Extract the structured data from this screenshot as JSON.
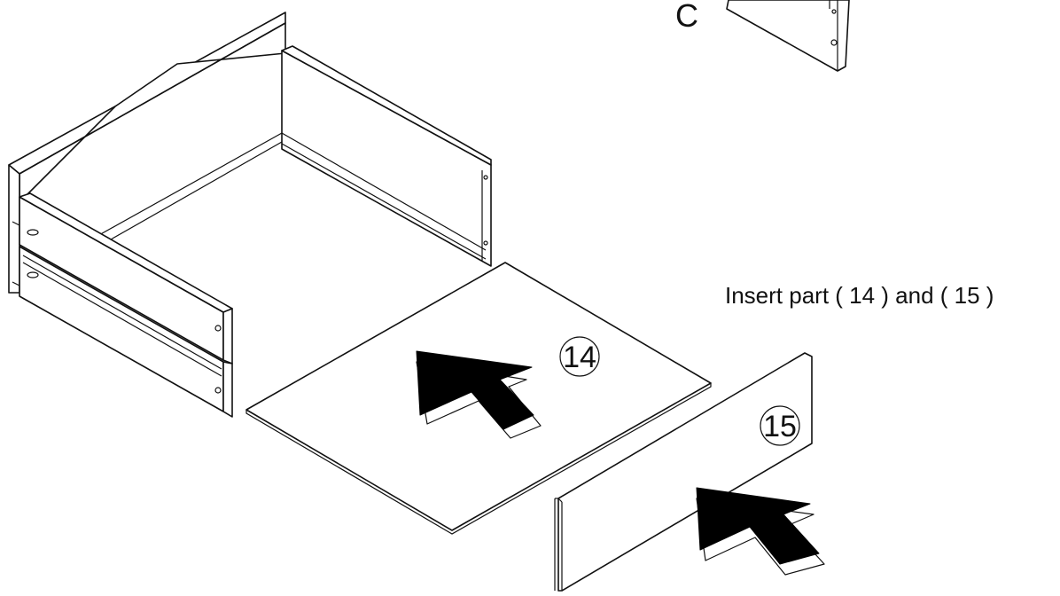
{
  "labels": {
    "panel_c": "C",
    "part_14": "14",
    "part_15": "15",
    "instruction": "Insert part ( 14 ) and ( 15 )"
  },
  "colors": {
    "stroke": "#111111",
    "arrow": "#000000",
    "background": "#ffffff"
  }
}
